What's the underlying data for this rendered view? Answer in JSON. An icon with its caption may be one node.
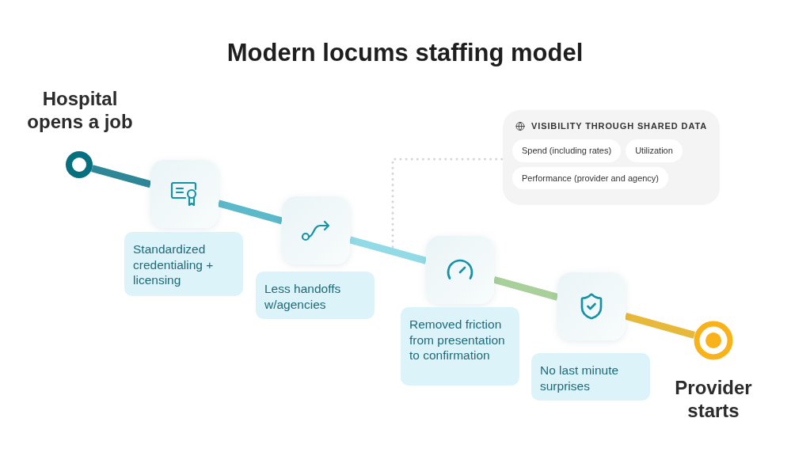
{
  "diagram": {
    "title": "Modern locums staffing model",
    "nodes": [
      {
        "text": [
          "Hospital opens a job"
        ]
      },
      {
        "text": [],
        "shape": "box"
      },
      {
        "text": [
          "Standardized credentialing + licensing"
        ]
      },
      {
        "text": [],
        "shape": "box"
      },
      {
        "text": [
          "Less handoffs w/agencies"
        ]
      },
      {
        "text": [],
        "shape": "box"
      },
      {
        "text": [
          "Removed friction from presentation to confirmation"
        ]
      },
      {
        "text": [],
        "shape": "box"
      },
      {
        "text": [
          "No last minute surprises"
        ]
      },
      {
        "text": [
          "Provider starts"
        ]
      },
      {
        "text": [
          "VISIBILITY THROUGH SHARED DATA"
        ]
      },
      {
        "text": [
          "Spend (including rates)"
        ],
        "in": 10
      },
      {
        "text": [
          "Utilization"
        ],
        "in": 10
      },
      {
        "text": [
          "Performance (provider and agency)"
        ],
        "in": 10
      }
    ],
    "edges": [
      {
        "from": 0,
        "to": 1,
        "arrow": "none",
        "color": "#2e8797"
      },
      {
        "from": 1,
        "to": 3,
        "arrow": "none",
        "color": "#5cb9c9"
      },
      {
        "from": 3,
        "to": 5,
        "arrow": "none",
        "color": "#92dbe6"
      },
      {
        "from": 5,
        "to": 7,
        "arrow": "none",
        "color": "#a9cf9b"
      },
      {
        "from": 7,
        "to": 9,
        "arrow": "none",
        "color": "#e6b93a"
      },
      {
        "from": null,
        "to": 10,
        "arrow": "none",
        "style": "dashed",
        "color": "#d3d7da"
      }
    ]
  }
}
